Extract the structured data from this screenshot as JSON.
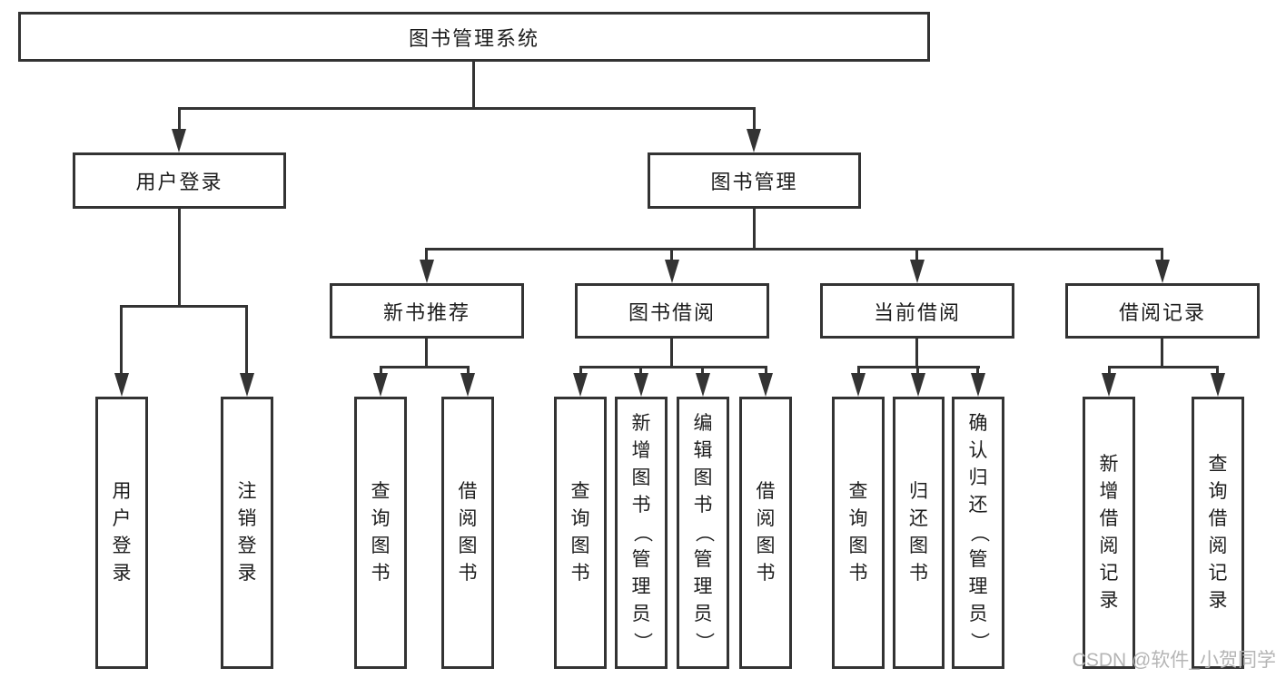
{
  "tree": {
    "root": {
      "label": "图书管理系统"
    },
    "level1": [
      {
        "id": "user-login",
        "label": "用户登录"
      },
      {
        "id": "book-management",
        "label": "图书管理"
      }
    ],
    "level2": [
      {
        "id": "new-book-recommend",
        "parent": "book-management",
        "label": "新书推荐"
      },
      {
        "id": "book-borrowing",
        "parent": "book-management",
        "label": "图书借阅"
      },
      {
        "id": "current-borrowing",
        "parent": "book-management",
        "label": "当前借阅"
      },
      {
        "id": "borrow-records",
        "parent": "book-management",
        "label": "借阅记录"
      }
    ],
    "leaves": [
      {
        "parent": "user-login",
        "label": "用户登录"
      },
      {
        "parent": "user-login",
        "label": "注销登录"
      },
      {
        "parent": "new-book-recommend",
        "label": "查询图书"
      },
      {
        "parent": "new-book-recommend",
        "label": "借阅图书"
      },
      {
        "parent": "book-borrowing",
        "label": "查询图书"
      },
      {
        "parent": "book-borrowing",
        "label": "新增图书（管理员）"
      },
      {
        "parent": "book-borrowing",
        "label": "编辑图书（管理员）"
      },
      {
        "parent": "book-borrowing",
        "label": "借阅图书"
      },
      {
        "parent": "current-borrowing",
        "label": "查询图书"
      },
      {
        "parent": "current-borrowing",
        "label": "归还图书"
      },
      {
        "parent": "current-borrowing",
        "label": "确认归还（管理员）"
      },
      {
        "parent": "borrow-records",
        "label": "新增借阅记录"
      },
      {
        "parent": "borrow-records",
        "label": "查询借阅记录"
      }
    ]
  },
  "watermark": {
    "text": "CSDN @软件_小贺同学"
  },
  "colors": {
    "line": "#333333",
    "text": "#1c1c1c",
    "watermark": "#b5b5b5",
    "background": "#ffffff"
  }
}
